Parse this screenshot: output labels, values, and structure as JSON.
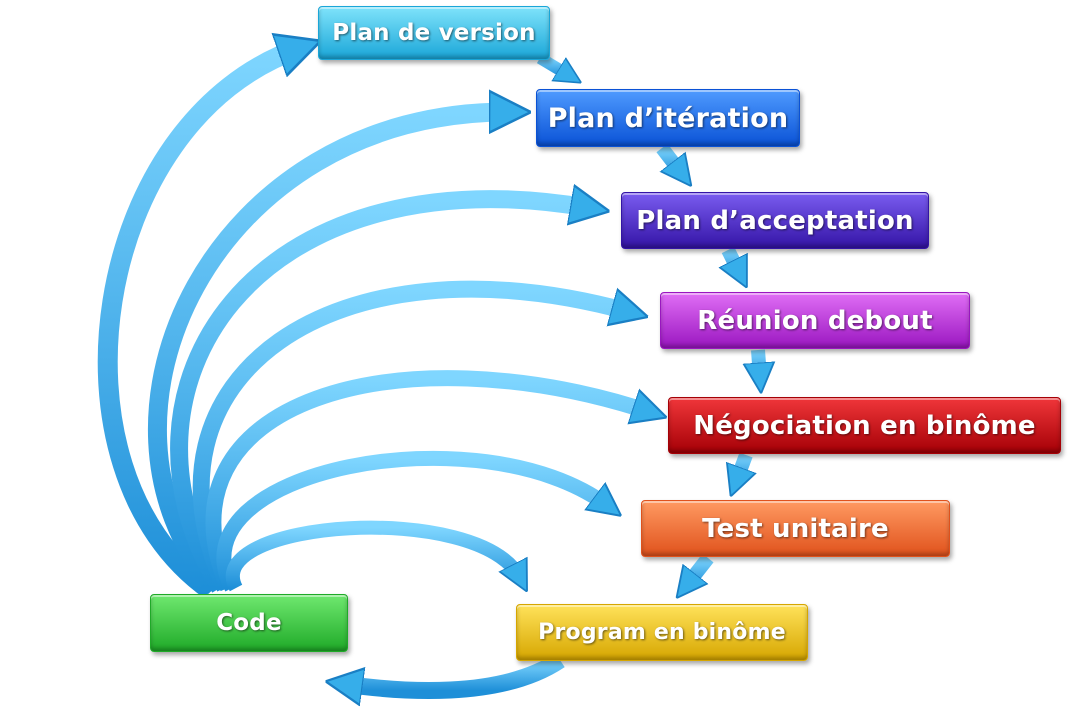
{
  "boxes": [
    {
      "label": "Plan de version",
      "color_top": "#7fe3fb",
      "color_bottom": "#1aa6d8"
    },
    {
      "label": "Plan d’itération",
      "color_top": "#4f9bff",
      "color_bottom": "#0a52d6"
    },
    {
      "label": "Plan d’acceptation",
      "color_top": "#7a5cf0",
      "color_bottom": "#3414a6"
    },
    {
      "label": "Réunion debout",
      "color_top": "#e06ef5",
      "color_bottom": "#9a16c0"
    },
    {
      "label": "Négociation en binôme",
      "color_top": "#f0363a",
      "color_bottom": "#a50006"
    },
    {
      "label": "Test unitaire",
      "color_top": "#ff9a62",
      "color_bottom": "#e0521c"
    },
    {
      "label": "Program en binôme",
      "color_top": "#ffe25a",
      "color_bottom": "#d6a600"
    },
    {
      "label": "Code",
      "color_top": "#6fe86f",
      "color_bottom": "#1faa28"
    }
  ],
  "arrow_color": "#38b6f0"
}
